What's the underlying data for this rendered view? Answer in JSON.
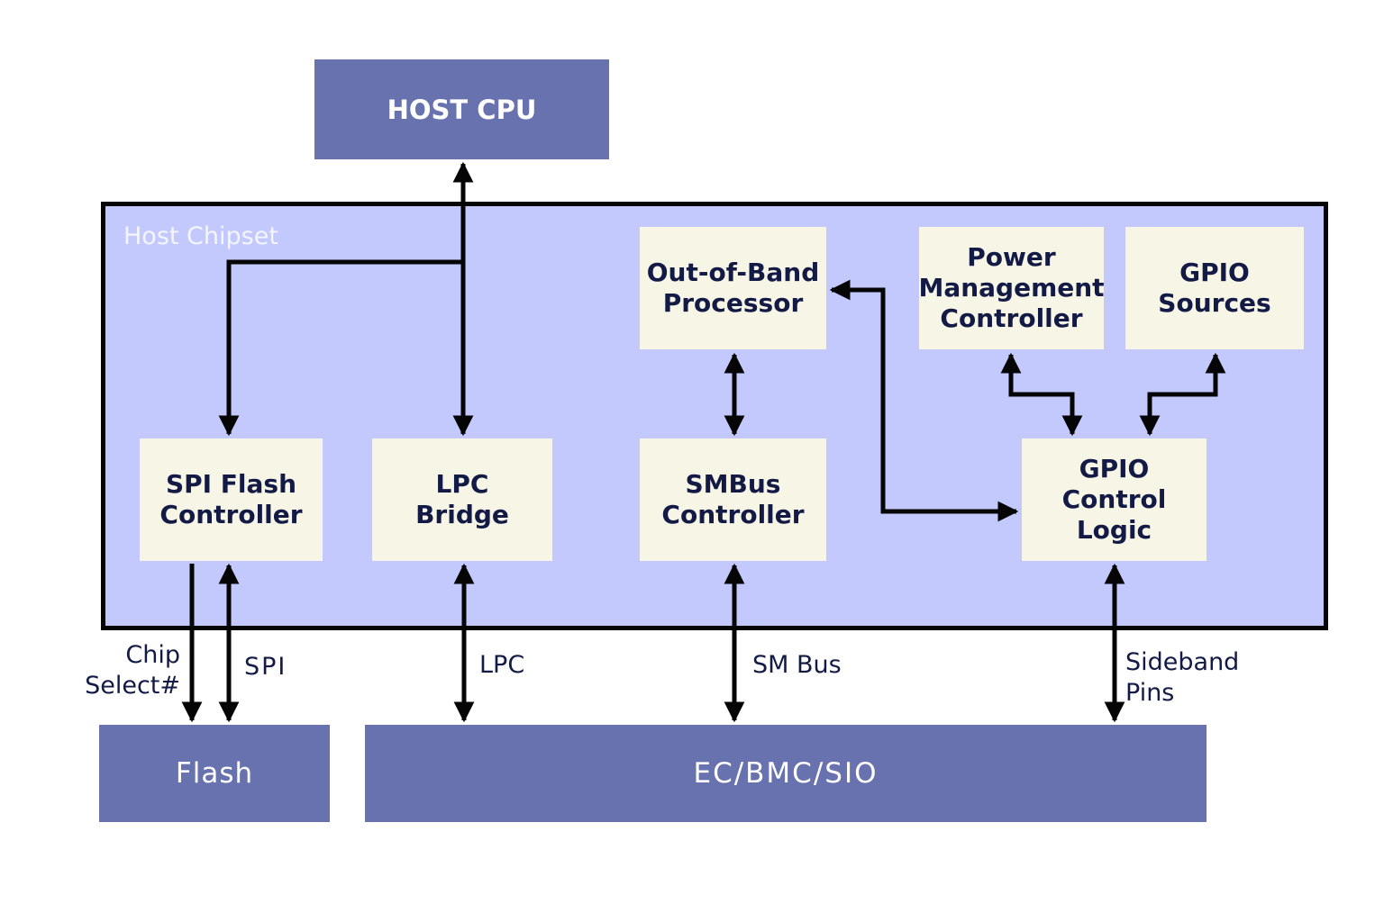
{
  "host_cpu": "HOST CPU",
  "chipset": {
    "label": "Host Chipset"
  },
  "blocks": {
    "spi_flash_controller": "SPI Flash\nController",
    "lpc_bridge": "LPC\nBridge",
    "oob_processor": "Out-of-Band\nProcessor",
    "smbus_controller": "SMBus\nController",
    "power_mgmt_controller": "Power\nManagement\nController",
    "gpio_sources": "GPIO\nSources",
    "gpio_control_logic": "GPIO\nControl Logic"
  },
  "external": {
    "flash": "Flash",
    "ec_bmc_sio": "EC/BMC/SIO"
  },
  "bus_labels": {
    "chip_select": "Chip\nSelect#",
    "spi": "SPI",
    "lpc": "LPC",
    "sm_bus": "SM Bus",
    "sideband_pins": "Sideband\nPins"
  },
  "colors": {
    "external_box": "#6872ae",
    "chipset_fill": "#c3c9fd",
    "block_fill": "#f6f5e6",
    "arrow": "#050505"
  }
}
